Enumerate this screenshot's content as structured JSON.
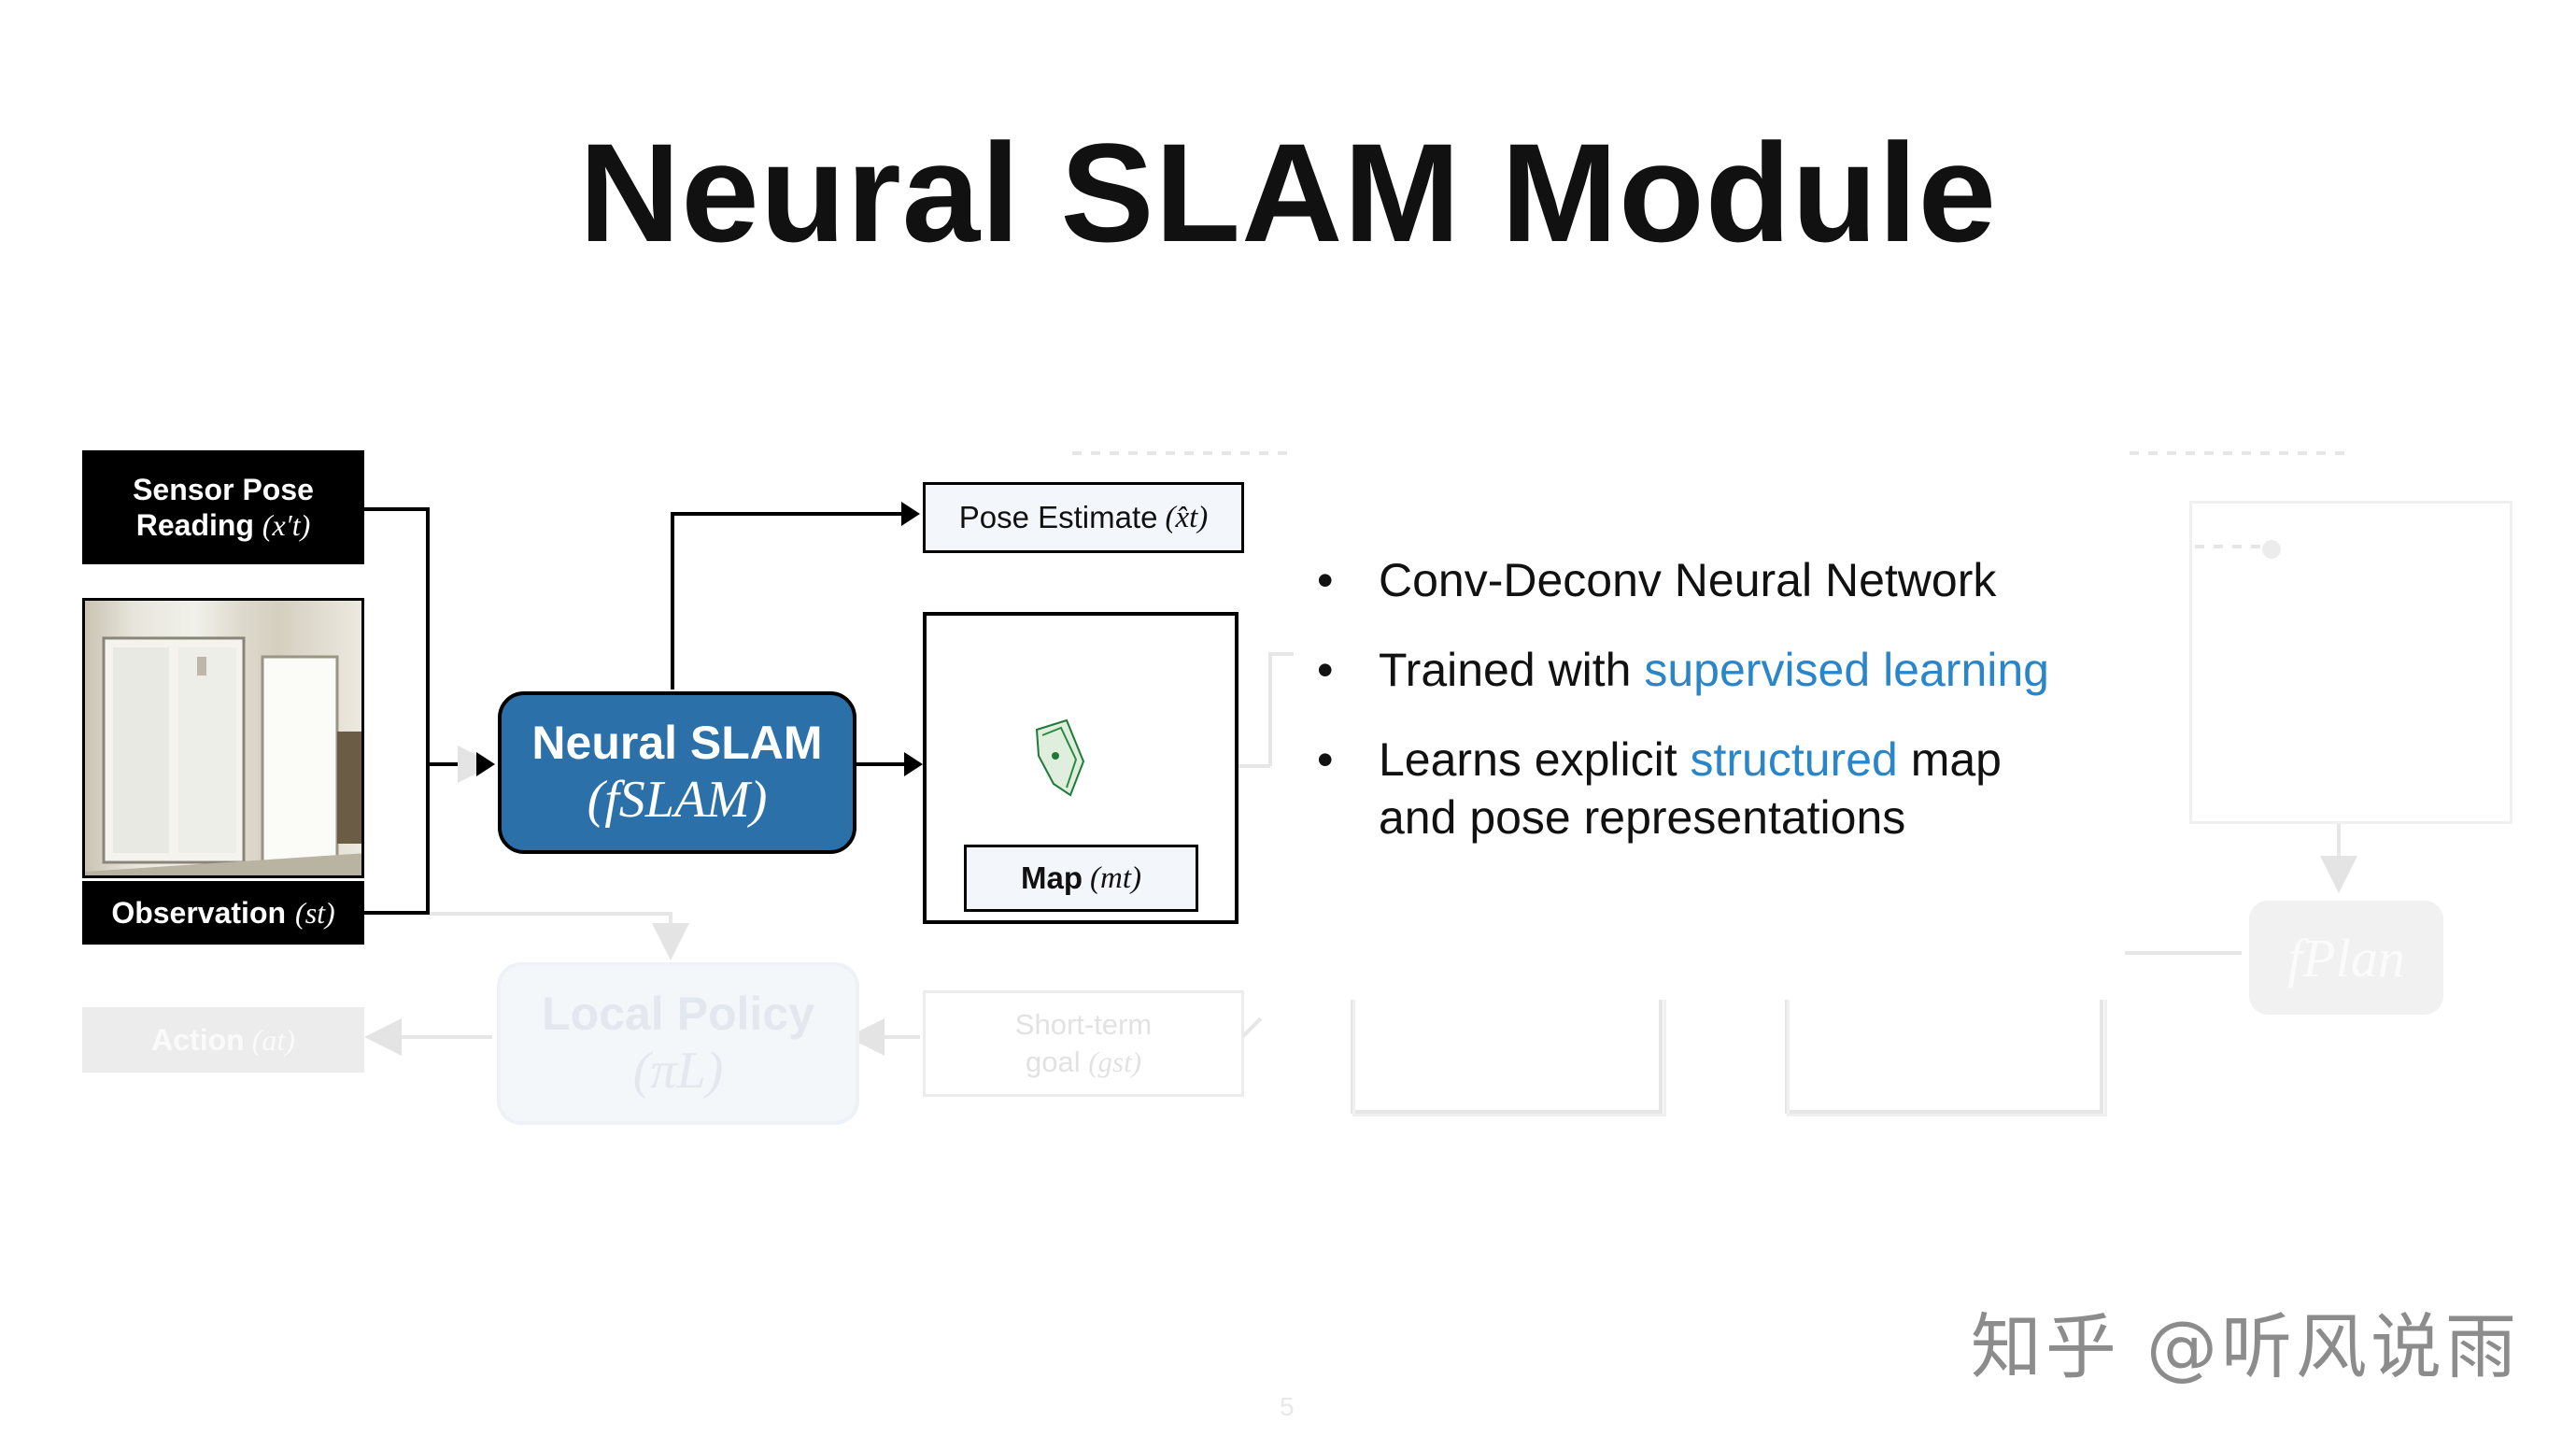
{
  "slide": {
    "title": "Neural SLAM Module",
    "page_number": "5",
    "watermark": "知乎 @听风说雨"
  },
  "inputs": {
    "sensor_pose_line1": "Sensor Pose",
    "sensor_pose_line2": "Reading",
    "sensor_pose_math": "(x′t)",
    "observation_label": "Observation",
    "observation_math": "(st)"
  },
  "neural_slam": {
    "label": "Neural SLAM",
    "math": "(fSLAM)"
  },
  "outputs": {
    "pose_estimate_label": "Pose Estimate",
    "pose_estimate_math": "(x̂t)",
    "map_label": "Map",
    "map_math": "(mt)"
  },
  "faded": {
    "local_policy_label": "Local Policy",
    "local_policy_math": "(πL)",
    "action_label": "Action",
    "action_math": "(at)",
    "short_term_line1": "Short-term",
    "short_term_line2": "goal",
    "short_term_math": "(gst)",
    "fplan_math": "fPlan"
  },
  "bullets": [
    {
      "pre": "Conv-Deconv Neural Network",
      "hl": "",
      "post": "",
      "line2": ""
    },
    {
      "pre": "Trained with ",
      "hl": "supervised learning",
      "post": "",
      "line2": ""
    },
    {
      "pre": "Learns explicit ",
      "hl": "structured",
      "post": " map",
      "line2": "and pose representations"
    }
  ],
  "colors": {
    "slam_fill": "#2b70a8",
    "highlight_blue": "#2a86c8"
  }
}
